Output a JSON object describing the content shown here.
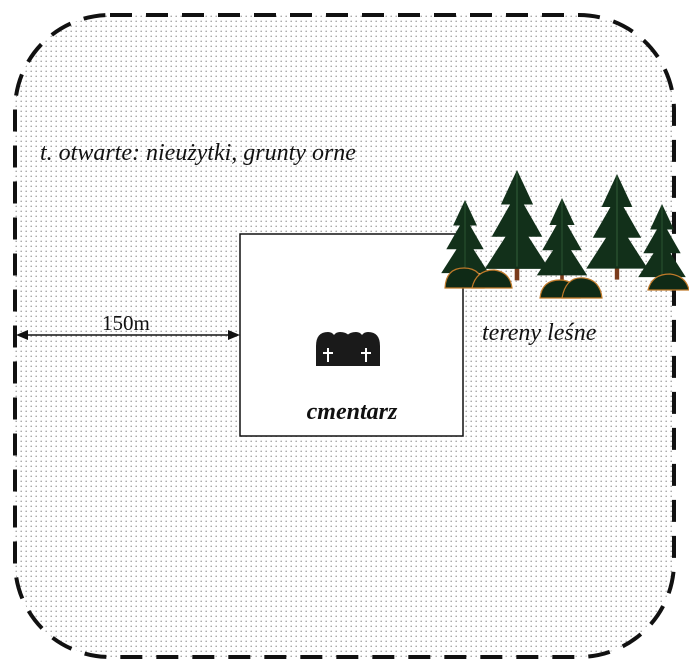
{
  "labels": {
    "open_land": "t. otwarte: nieużytki, grunty orne",
    "forest": "tereny leśne",
    "distance": "150m",
    "cemetery": "cmentarz"
  },
  "icons": [
    "tombstone-icon",
    "tombstone-icon",
    "conifer-tree-icon",
    "shrub-icon"
  ],
  "colors": {
    "boundary": "#111111",
    "dot_pattern": "#9a9a9a",
    "tree": "#12301a",
    "tree_trunk": "#7a3b1c",
    "shrub": "#0f2a16",
    "tombstone": "#1a1a1a",
    "cross": "#ffffff"
  }
}
